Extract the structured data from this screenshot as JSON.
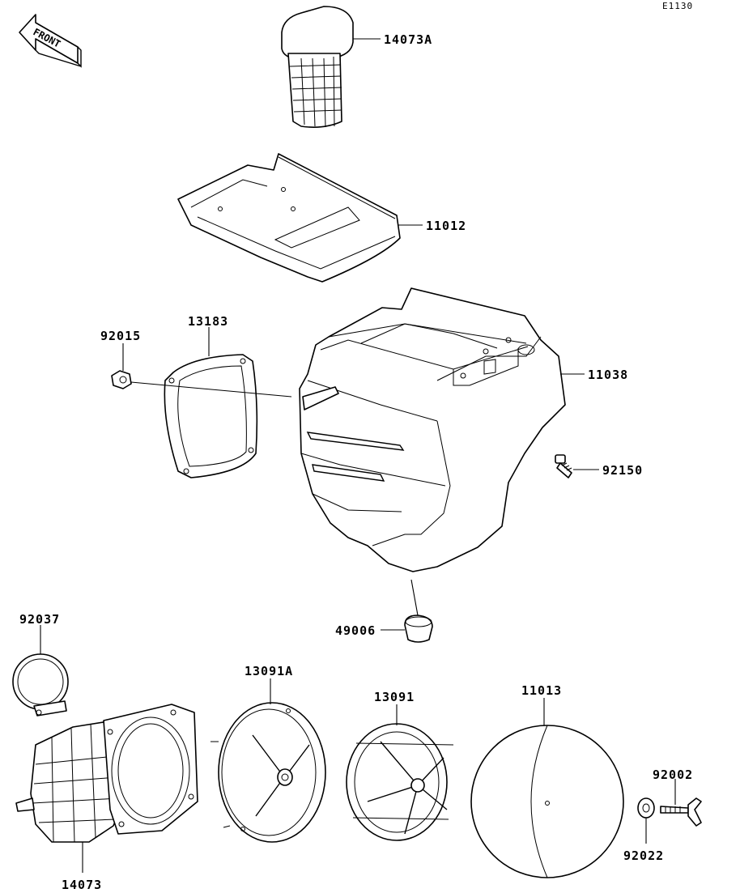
{
  "diagram_code": "E1130",
  "front_label": "FRONT",
  "parts": [
    {
      "id": "p14073A",
      "number": "14073A"
    },
    {
      "id": "p11012",
      "number": "11012"
    },
    {
      "id": "p13183",
      "number": "13183"
    },
    {
      "id": "p92015",
      "number": "92015"
    },
    {
      "id": "p11038",
      "number": "11038"
    },
    {
      "id": "p92150",
      "number": "92150"
    },
    {
      "id": "p49006",
      "number": "49006"
    },
    {
      "id": "p92037",
      "number": "92037"
    },
    {
      "id": "p13091A",
      "number": "13091A"
    },
    {
      "id": "p13091",
      "number": "13091"
    },
    {
      "id": "p11013",
      "number": "11013"
    },
    {
      "id": "p92002",
      "number": "92002"
    },
    {
      "id": "p92022",
      "number": "92022"
    },
    {
      "id": "p14073",
      "number": "14073"
    }
  ]
}
